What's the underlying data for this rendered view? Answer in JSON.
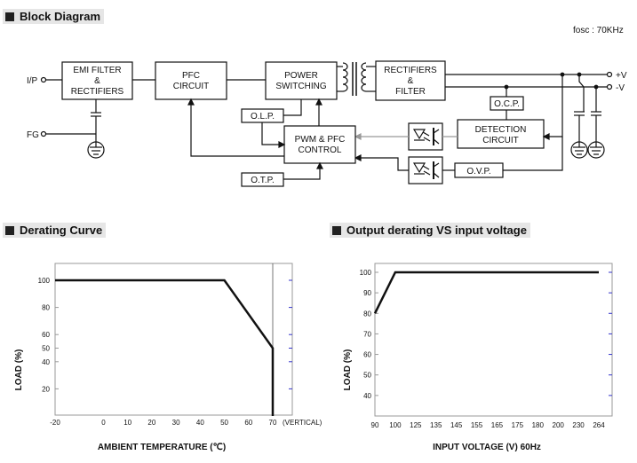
{
  "sections": {
    "block_diagram": "Block Diagram",
    "derating_curve": "Derating Curve",
    "output_derating": "Output derating VS input voltage"
  },
  "block_diagram": {
    "fosc": "fosc : 70KHz",
    "io": {
      "ip": "I/P",
      "fg": "FG",
      "vplus": "+V",
      "vminus": "-V"
    },
    "blocks": {
      "emi_line1": "EMI FILTER",
      "emi_line2": "&",
      "emi_line3": "RECTIFIERS",
      "pfc_line1": "PFC",
      "pfc_line2": "CIRCUIT",
      "power_line1": "POWER",
      "power_line2": "SWITCHING",
      "rect_line1": "RECTIFIERS",
      "rect_line2": "&",
      "rect_line3": "FILTER",
      "olp": "O.L.P.",
      "pwm_line1": "PWM & PFC",
      "pwm_line2": "CONTROL",
      "otp": "O.T.P.",
      "ocp": "O.C.P.",
      "det_line1": "DETECTION",
      "det_line2": "CIRCUIT",
      "ovp": "O.V.P."
    }
  },
  "chart_data": [
    {
      "type": "line",
      "title": "Derating Curve",
      "xlabel": "AMBIENT TEMPERATURE (℃)",
      "ylabel": "LOAD (%)",
      "x_tick_labels": [
        "-20",
        "0",
        "10",
        "20",
        "30",
        "40",
        "50",
        "60",
        "70"
      ],
      "x_suffix": "(VERTICAL)",
      "y_tick_labels": [
        "20",
        "40",
        "50",
        "60",
        "80",
        "100"
      ],
      "series": [
        {
          "x": [
            -20,
            50,
            70,
            70
          ],
          "y": [
            100,
            100,
            50,
            0
          ]
        }
      ]
    },
    {
      "type": "line",
      "title": "Output derating VS input voltage",
      "xlabel": "INPUT VOLTAGE (V) 60Hz",
      "ylabel": "LOAD (%)",
      "x_tick_labels": [
        "90",
        "100",
        "125",
        "135",
        "145",
        "155",
        "165",
        "175",
        "180",
        "200",
        "230",
        "264"
      ],
      "y_tick_labels": [
        "40",
        "50",
        "60",
        "70",
        "80",
        "90",
        "100"
      ],
      "series": [
        {
          "x": [
            "90",
            "100",
            "264"
          ],
          "y": [
            80,
            100,
            100
          ]
        }
      ]
    }
  ]
}
